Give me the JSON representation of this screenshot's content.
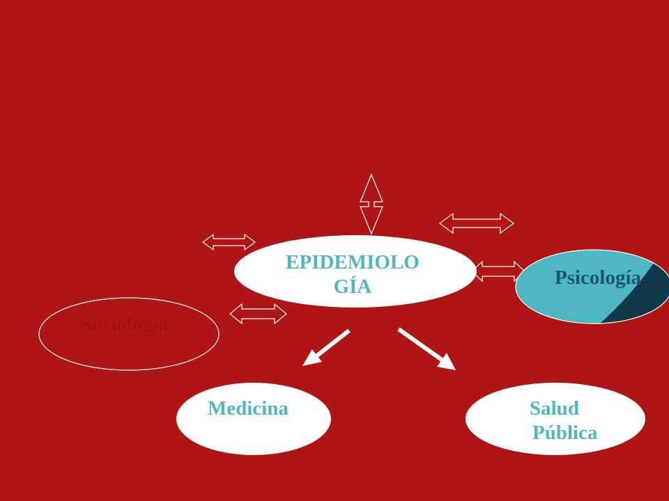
{
  "background_color": "#ae1514",
  "colors": {
    "accent_text": "#4db8c4",
    "node_fill": "#ffffff",
    "psicologia_fill": "#4db8c4",
    "psicologia_shade": "#0f3848",
    "psicologia_text": "#1f5568",
    "outline": "#ffffff",
    "sociologia_text": "#9c1311"
  },
  "nodes": {
    "epidemiologia": {
      "line1": "EPIDEMIOLO",
      "line2": "GÍA"
    },
    "psicologia": {
      "label": "Psicología"
    },
    "sociologia": {
      "label": "Sociología"
    },
    "medicina": {
      "label": "Medicina"
    },
    "salud_publica": {
      "line1": "Salud",
      "line2": "Pública"
    }
  },
  "connectors": [
    {
      "kind": "double-arrow-outline",
      "between": [
        "EPIDEMIOLOGÍA",
        "top"
      ]
    },
    {
      "kind": "double-arrow-outline",
      "between": [
        "EPIDEMIOLOGÍA",
        "upper-right"
      ]
    },
    {
      "kind": "double-arrow-outline",
      "between": [
        "EPIDEMIOLOGÍA",
        "Psicología"
      ]
    },
    {
      "kind": "double-arrow-outline",
      "between": [
        "EPIDEMIOLOGÍA",
        "upper-left"
      ]
    },
    {
      "kind": "double-arrow-outline",
      "between": [
        "EPIDEMIOLOGÍA",
        "Sociología"
      ]
    },
    {
      "kind": "arrow-solid",
      "from": "EPIDEMIOLOGÍA",
      "to": "Medicina"
    },
    {
      "kind": "arrow-solid",
      "from": "EPIDEMIOLOGÍA",
      "to": "Salud Pública"
    }
  ]
}
